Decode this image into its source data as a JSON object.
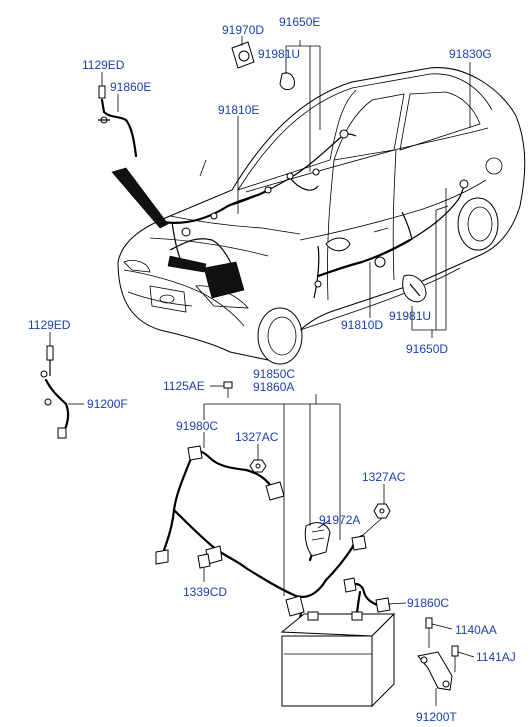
{
  "labels": {
    "l91970D": "91970D",
    "l91650E": "91650E",
    "l91981U_top": "91981U",
    "l91830G": "91830G",
    "l1129ED_top": "1129ED",
    "l91860E": "91860E",
    "l91810E": "91810E",
    "l91810D": "91810D",
    "l91981U_bot": "91981U",
    "l91650D": "91650D",
    "l1129ED_mid": "1129ED",
    "l91200F": "91200F",
    "l1125AE": "1125AE",
    "l91850C": "91850C",
    "l91860A": "91860A",
    "l91980C": "91980C",
    "l1327AC_left": "1327AC",
    "l1327AC_right": "1327AC",
    "l91972A": "91972A",
    "l1339CD": "1339CD",
    "l91860C": "91860C",
    "l1140AA": "1140AA",
    "l1141AJ": "1141AJ",
    "l91200T": "91200T"
  }
}
